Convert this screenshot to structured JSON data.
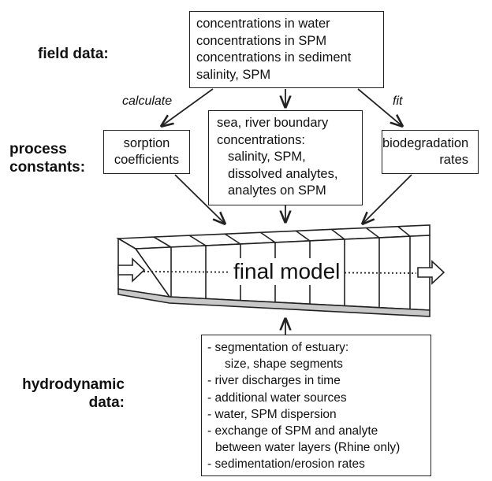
{
  "labels": {
    "field": "field data:",
    "process": [
      "process",
      "constants:"
    ],
    "hydro": [
      "hydrodynamic",
      "data:"
    ]
  },
  "arrow_labels": {
    "calculate": "calculate",
    "fit": "fit"
  },
  "field_box": [
    "concentrations in water",
    "concentrations in SPM",
    "concentrations in sediment",
    "salinity, SPM"
  ],
  "sorption_box": [
    "sorption",
    "coefficients"
  ],
  "boundary_box": [
    "sea, river boundary",
    "concentrations:",
    "salinity, SPM,",
    "dissolved analytes,",
    "analytes on SPM"
  ],
  "biodeg_box": [
    "biodegradation",
    "rates"
  ],
  "model_title": "final model",
  "hydro_box": [
    "- segmentation of estuary:",
    "size, shape segments",
    "- river discharges in time",
    "- additional water sources",
    "- water, SPM dispersion",
    "- exchange of SPM and analyte",
    "between water layers (Rhine only)",
    "- sedimentation/erosion rates"
  ]
}
